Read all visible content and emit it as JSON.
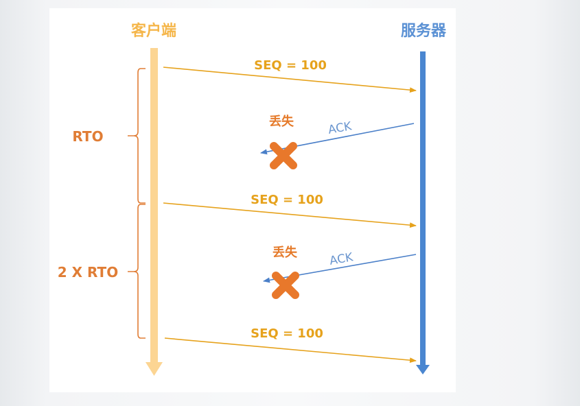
{
  "participants": {
    "client": "客户端",
    "server": "服务器"
  },
  "messages": [
    {
      "label": "SEQ = 100"
    },
    {
      "label": "SEQ = 100"
    },
    {
      "label": "SEQ = 100"
    }
  ],
  "acks": [
    {
      "label": "ACK",
      "status": "丢失"
    },
    {
      "label": "ACK",
      "status": "丢失"
    }
  ],
  "intervals": [
    {
      "label": "RTO"
    },
    {
      "label": "2 X RTO"
    }
  ],
  "colors": {
    "client": "#f5b64a",
    "server": "#4a86d0",
    "seq": "#e6a21c",
    "ack": "#6b96cf",
    "lost": "#e8782b",
    "interval": "#e07d35"
  }
}
